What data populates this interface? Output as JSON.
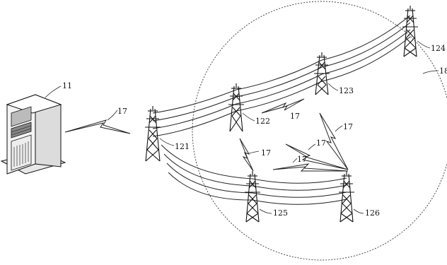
{
  "labels": {
    "server": "11",
    "wireless": "17",
    "tower_121": "121",
    "tower_122": "122",
    "tower_123": "123",
    "tower_124": "124",
    "tower_125": "125",
    "tower_126": "126",
    "network_range": "18"
  },
  "colors": {
    "ink": "#111111",
    "background": "#ffffff"
  }
}
